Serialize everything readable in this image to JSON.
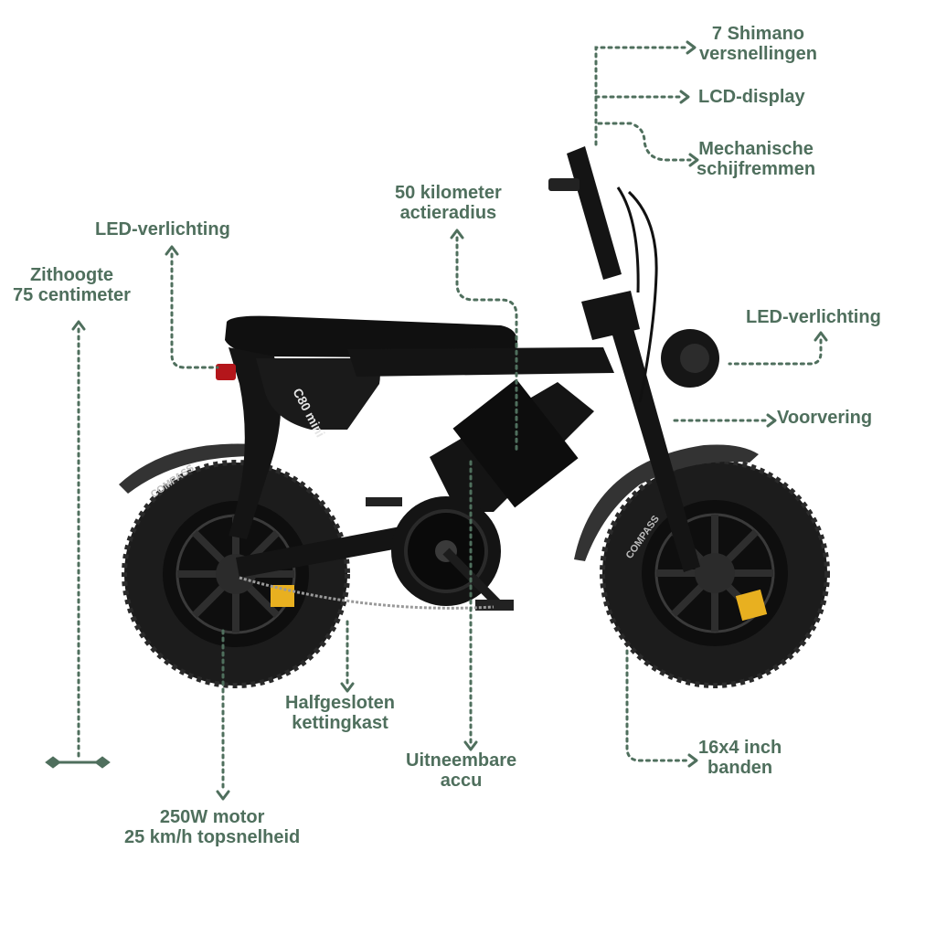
{
  "colors": {
    "annotation": "#4f6f5d",
    "bike_body": "#141414",
    "tire": "#1c1c1c",
    "reflector": "#e8b020",
    "background": "#ffffff"
  },
  "frame_text": "C80 mini",
  "tire_text": "COMPASS",
  "callouts": {
    "shimano": {
      "line1": "7 Shimano",
      "line2": "versnellingen"
    },
    "lcd": {
      "line1": "LCD-display"
    },
    "brakes": {
      "line1": "Mechanische",
      "line2": "schijfremmen"
    },
    "range": {
      "line1": "50 kilometer",
      "line2": "actieradius"
    },
    "led_rear": {
      "line1": "LED-verlichting"
    },
    "seat_height": {
      "line1": "Zithoogte",
      "line2": "75 centimeter"
    },
    "led_front": {
      "line1": "LED-verlichting"
    },
    "fork": {
      "line1": "Voorvering"
    },
    "chain_case": {
      "line1": "Halfgesloten",
      "line2": "kettingkast"
    },
    "battery": {
      "line1": "Uitneembare",
      "line2": "accu"
    },
    "tires": {
      "line1": "16x4 inch",
      "line2": "banden"
    },
    "motor": {
      "line1": "250W motor",
      "line2": "25 km/h topsnelheid"
    }
  }
}
